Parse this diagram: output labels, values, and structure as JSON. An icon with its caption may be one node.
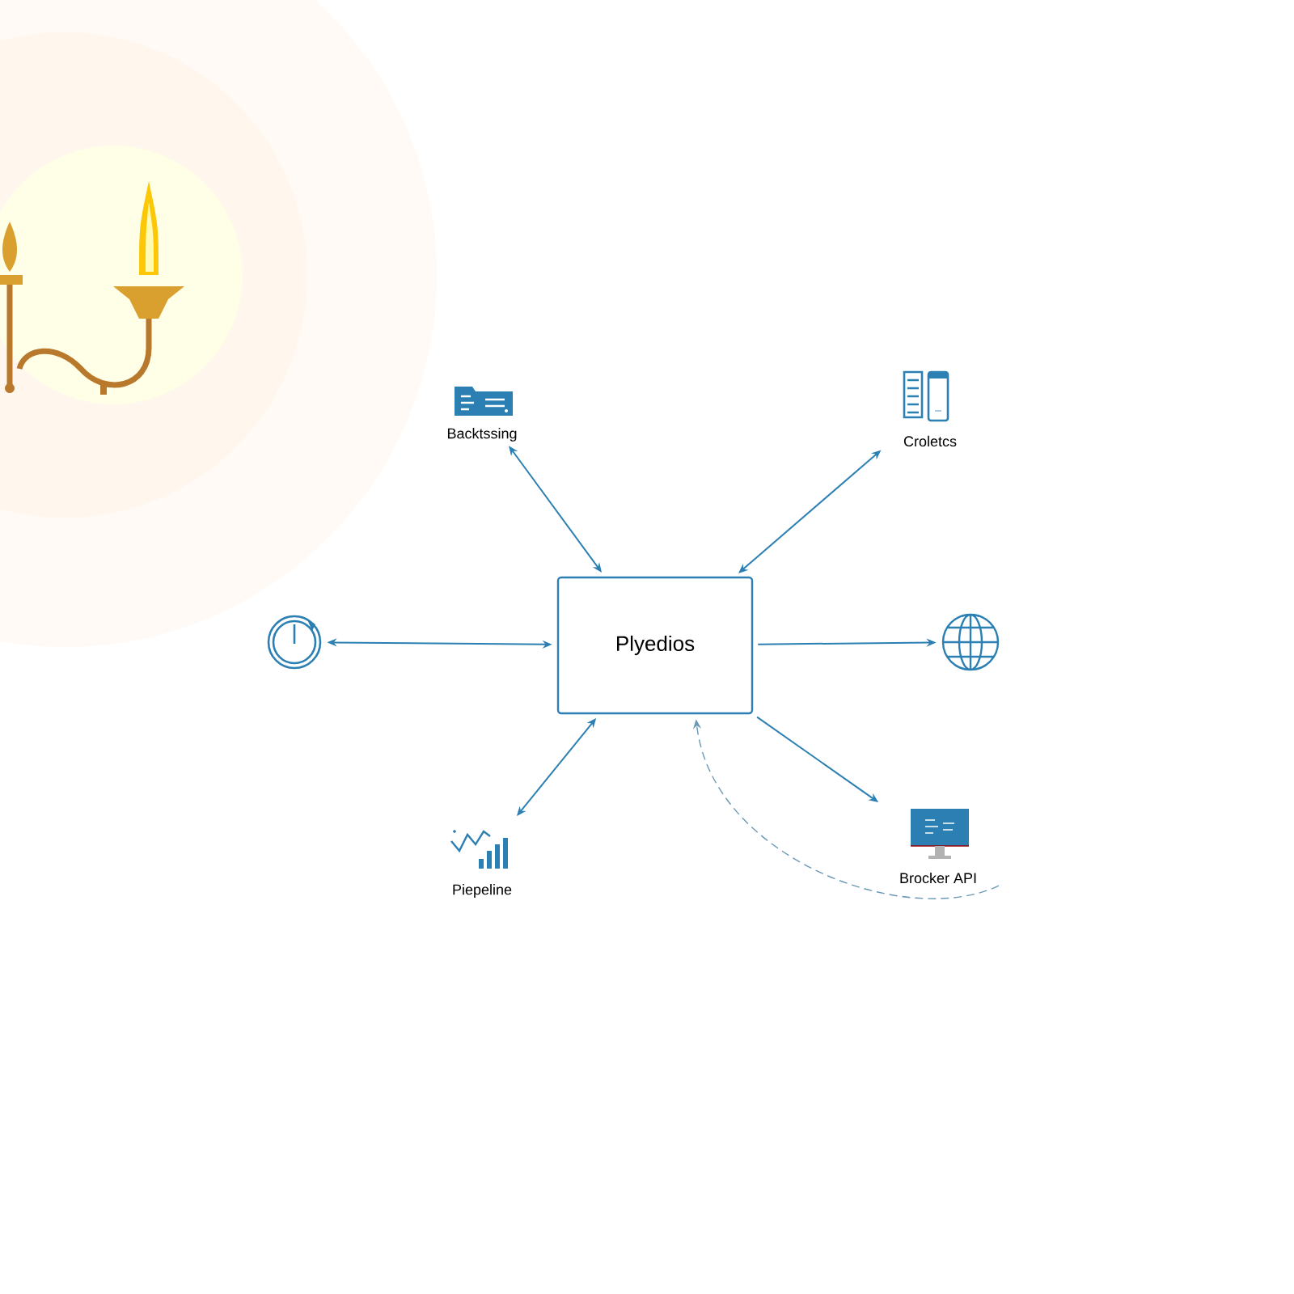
{
  "diagram": {
    "nodes": [
      {
        "text": [
          "Plyedios"
        ]
      },
      {
        "text": [
          "Backtssing"
        ]
      },
      {
        "text": [
          "Croletcs"
        ]
      },
      {
        "text": [],
        "shape": "picture"
      },
      {
        "text": [],
        "shape": "picture"
      },
      {
        "text": [
          "Piepeline"
        ]
      },
      {
        "text": [
          "Brocker API"
        ]
      }
    ],
    "edges": [
      {
        "from": 0,
        "to": 1,
        "arrow": "both"
      },
      {
        "from": 0,
        "to": 2,
        "arrow": "both"
      },
      {
        "from": 3,
        "to": 0,
        "arrow": "both"
      },
      {
        "from": 0,
        "to": 4,
        "arrow": "to"
      },
      {
        "from": 5,
        "to": 0,
        "arrow": "both"
      },
      {
        "from": 0,
        "to": 6,
        "arrow": "to"
      },
      {
        "from": 6,
        "to": 0,
        "arrow": "to",
        "style": "dashed"
      }
    ]
  }
}
